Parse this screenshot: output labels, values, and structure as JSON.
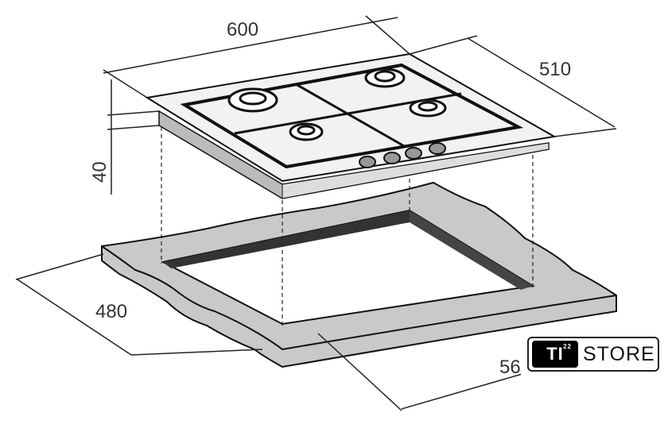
{
  "dimensions": {
    "width": "600",
    "depth": "510",
    "height": "40",
    "cutout_depth": "480",
    "cutout_width": "56"
  },
  "logo": {
    "mark": "TI",
    "superscript": "22",
    "text": "STORE"
  }
}
